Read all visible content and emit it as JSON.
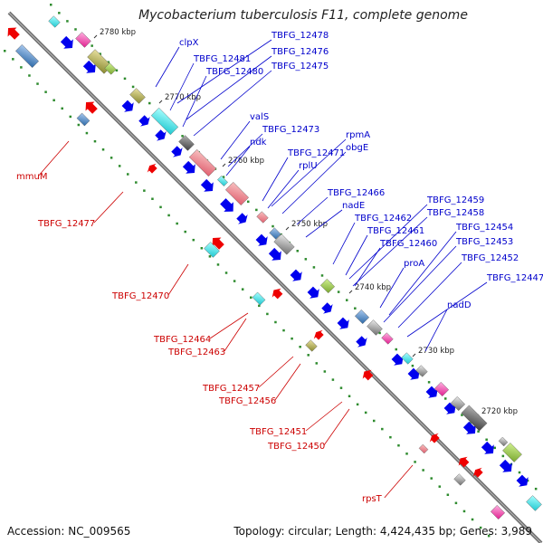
{
  "title": "Mycobacterium tuberculosis F11, complete genome",
  "footer": {
    "accession": "Accession: NC_009565",
    "summary": "Topology: circular; Length: 4,424,435 bp; Genes: 3,989"
  },
  "colors": {
    "backbone": "#6e6e6e",
    "forward_gene": "#0000ee",
    "reverse_gene": "#ee0000",
    "forward_label": "#0000cc",
    "reverse_label": "#cc0000",
    "tick": "#2e8b2e"
  },
  "scale_ticks": [
    "2780 kbp",
    "2770 kbp",
    "2760 kbp",
    "2750 kbp",
    "2740 kbp",
    "2730 kbp",
    "2720 kbp"
  ],
  "forward_labels": [
    "clpX",
    "TBFG_12478",
    "TBFG_12481",
    "TBFG_12476",
    "TBFG_12480",
    "TBFG_12475",
    "valS",
    "TBFG_12473",
    "ndk",
    "rpmA",
    "obgE",
    "TBFG_12471",
    "rplU",
    "TBFG_12466",
    "nadE",
    "TBFG_12462",
    "TBFG_12459",
    "TBFG_12458",
    "TBFG_12461",
    "TBFG_12460",
    "TBFG_12454",
    "TBFG_12453",
    "proA",
    "TBFG_12452",
    "TBFG_12447",
    "nadD"
  ],
  "reverse_labels": [
    "mmuM",
    "TBFG_12477",
    "TBFG_12470",
    "TBFG_12464",
    "TBFG_12463",
    "TBFG_12457",
    "TBFG_12456",
    "TBFG_12451",
    "TBFG_12450",
    "rpsT"
  ]
}
